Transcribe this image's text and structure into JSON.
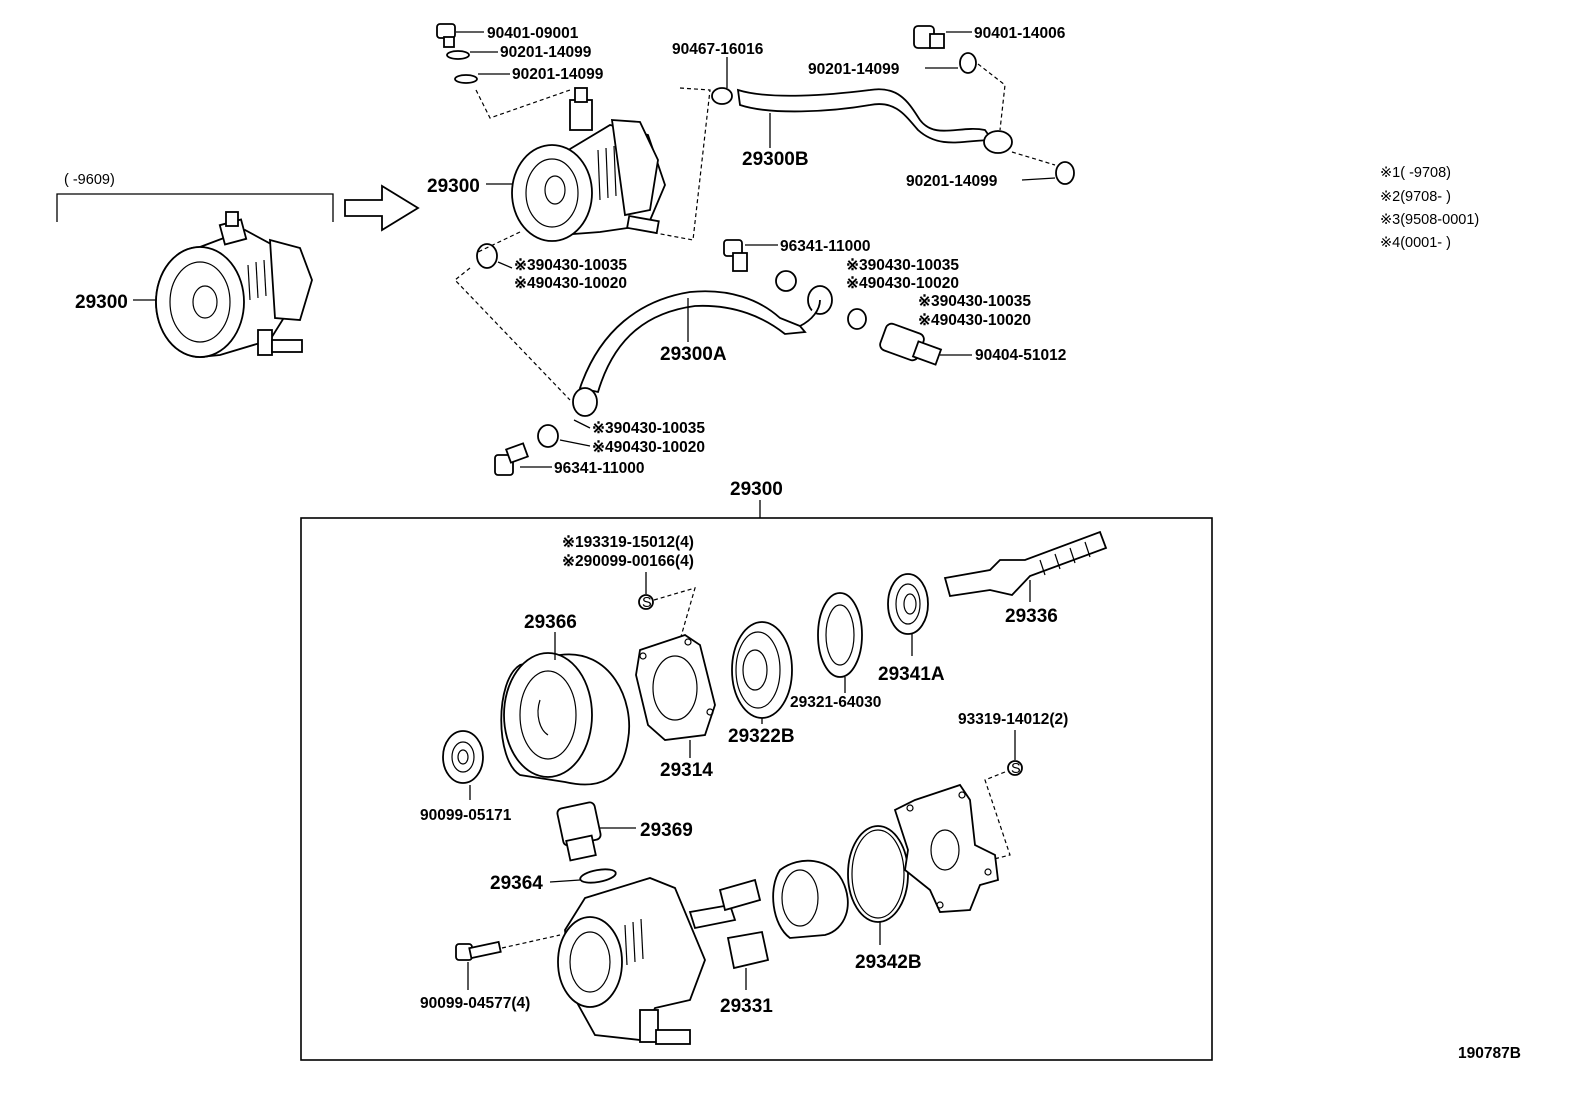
{
  "diagram": {
    "drawing_id": "190787B",
    "range_label": "(      -9609)",
    "notes": [
      {
        "mark": "※1",
        "text": "(        -9708)"
      },
      {
        "mark": "※2",
        "text": "(9708-        )"
      },
      {
        "mark": "※3",
        "text": "(9508-0001)"
      },
      {
        "mark": "※4",
        "text": "(0001-        )"
      }
    ],
    "labels": {
      "p29300_left": "29300",
      "p29300_top": "29300",
      "p29300_box": "29300",
      "p90401_09001": "90401-09001",
      "p90201_14099_a": "90201-14099",
      "p90201_14099_b": "90201-14099",
      "p90467_16016": "90467-16016",
      "p29300B": "29300B",
      "p90401_14006": "90401-14006",
      "p90201_14099_c": "90201-14099",
      "p90201_14099_d": "90201-14099",
      "p_a_3": "※390430-10035",
      "p_a_4": "※490430-10020",
      "p96341_11000_a": "96341-11000",
      "p_b_3": "※390430-10035",
      "p_b_4": "※490430-10020",
      "p_c_3": "※390430-10035",
      "p_c_4": "※490430-10020",
      "p29300A": "29300A",
      "p90404_51012": "90404-51012",
      "p_d_3": "※390430-10035",
      "p_d_4": "※490430-10020",
      "p96341_11000_b": "96341-11000",
      "p_e_1": "※193319-15012(4)",
      "p_e_2": "※290099-00166(4)",
      "p29366": "29366",
      "p29336": "29336",
      "p29341A": "29341A",
      "p29321_64030": "29321-64030",
      "p29322B": "29322B",
      "p29314": "29314",
      "p93319_14012": "93319-14012(2)",
      "p90099_05171": "90099-05171",
      "p29369": "29369",
      "p29364": "29364",
      "p29342B": "29342B",
      "p90099_04577": "90099-04577(4)",
      "p29331": "29331"
    }
  }
}
